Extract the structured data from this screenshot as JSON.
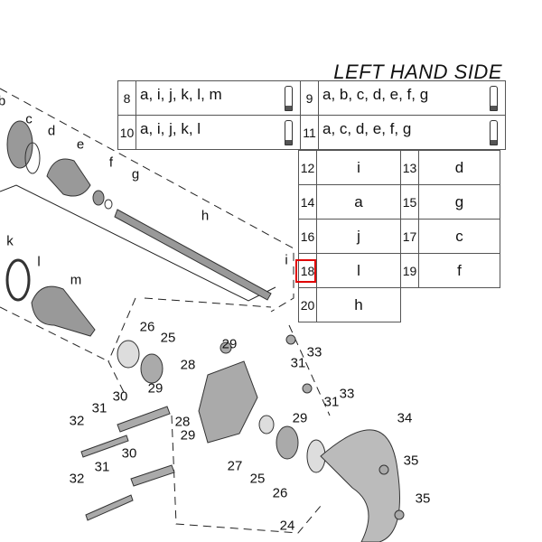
{
  "title": "LEFT HAND SIDE",
  "top_rows": [
    {
      "left_num": "8",
      "left_parts": "a, i, j, k, l, m",
      "right_num": "9",
      "right_parts": "a, b, c, d, e, f, g",
      "icon": "grease-tube-icon"
    },
    {
      "left_num": "10",
      "left_parts": "a, i, j, k, l",
      "right_num": "11",
      "right_parts": "a, c, d, e, f, g",
      "icon": "grease-tube-icon"
    }
  ],
  "grid": [
    {
      "n1": "12",
      "p1": "i",
      "n2": "13",
      "p2": "d"
    },
    {
      "n1": "14",
      "p1": "a",
      "n2": "15",
      "p2": "g"
    },
    {
      "n1": "16",
      "p1": "j",
      "n2": "17",
      "p2": "c"
    },
    {
      "n1": "18",
      "p1": "l",
      "n2": "19",
      "p2": "f"
    },
    {
      "n1": "20",
      "p1": "h"
    }
  ],
  "highlight_color": "#e00000",
  "callouts": [
    "b",
    "c",
    "d",
    "e",
    "f",
    "g",
    "h",
    "i",
    "k",
    "l",
    "m",
    "26",
    "25",
    "29",
    "33",
    "31",
    "28",
    "29",
    "33",
    "31",
    "30",
    "32",
    "31",
    "28",
    "29",
    "29",
    "27",
    "25",
    "26",
    "34",
    "35",
    "35",
    "30",
    "31",
    "32",
    "24"
  ]
}
